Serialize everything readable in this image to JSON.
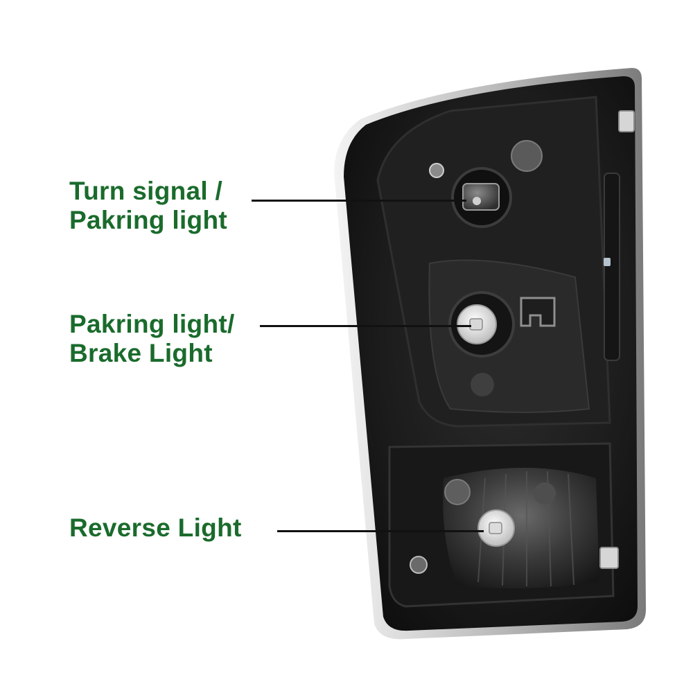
{
  "colors": {
    "label_text": "#1a6b2c",
    "leader_line": "#111111",
    "background": "#ffffff",
    "housing": "#1b1b1b",
    "chrome_trim": "#d9d9d9"
  },
  "callouts": {
    "turn_signal": {
      "line1": "Turn signal /",
      "line2": "Pakring light"
    },
    "brake": {
      "line1": "Pakring light/",
      "line2": "Brake Light"
    },
    "reverse": {
      "line1": "Reverse Light"
    }
  }
}
